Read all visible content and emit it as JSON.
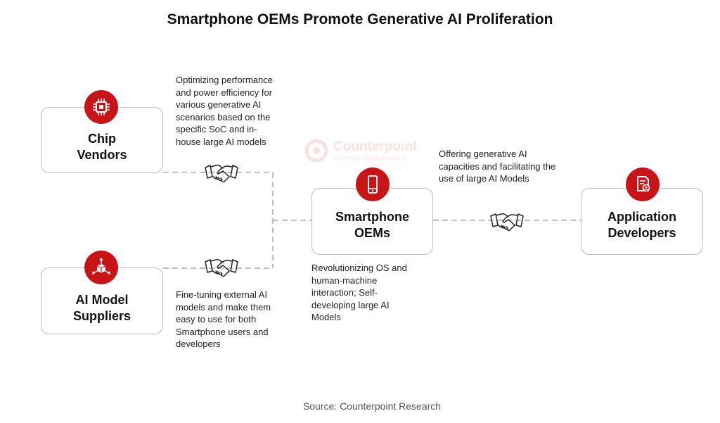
{
  "title": "Smartphone OEMs Promote Generative AI Proliferation",
  "nodes": {
    "chip_vendors": {
      "label": "Chip\nVendors",
      "icon": "chip-icon"
    },
    "ai_model_suppliers": {
      "label": "AI Model\nSuppliers",
      "icon": "cube-network-icon"
    },
    "smartphone_oems": {
      "label": "Smartphone\nOEMs",
      "icon": "smartphone-icon"
    },
    "application_developers": {
      "label": "Application\nDevelopers",
      "icon": "app-document-icon"
    }
  },
  "descriptions": {
    "chip_vendors": "Optimizing performance\nand power efficiency for\nvarious generative AI\nscenarios based on the\nspecific SoC and in-\nhouse large AI models",
    "ai_model_suppliers": "Fine-tuning external AI\nmodels and make them\neasy to use for both\nSmartphone users and\ndevelopers",
    "smartphone_oems": "Revolutionizing OS and\nhuman-machine\ninteraction; Self-\ndeveloping large AI\nModels",
    "application_developers": "Offering generative AI\ncapacities and facilitating the\nuse of large AI Models"
  },
  "watermark": {
    "name": "Counterpoint",
    "tagline": "Technology Market Research"
  },
  "source": "Source: Counterpoint Research",
  "colors": {
    "accent": "#c81417",
    "box_border": "#bdbdbd",
    "connector": "#aaaaaa"
  }
}
